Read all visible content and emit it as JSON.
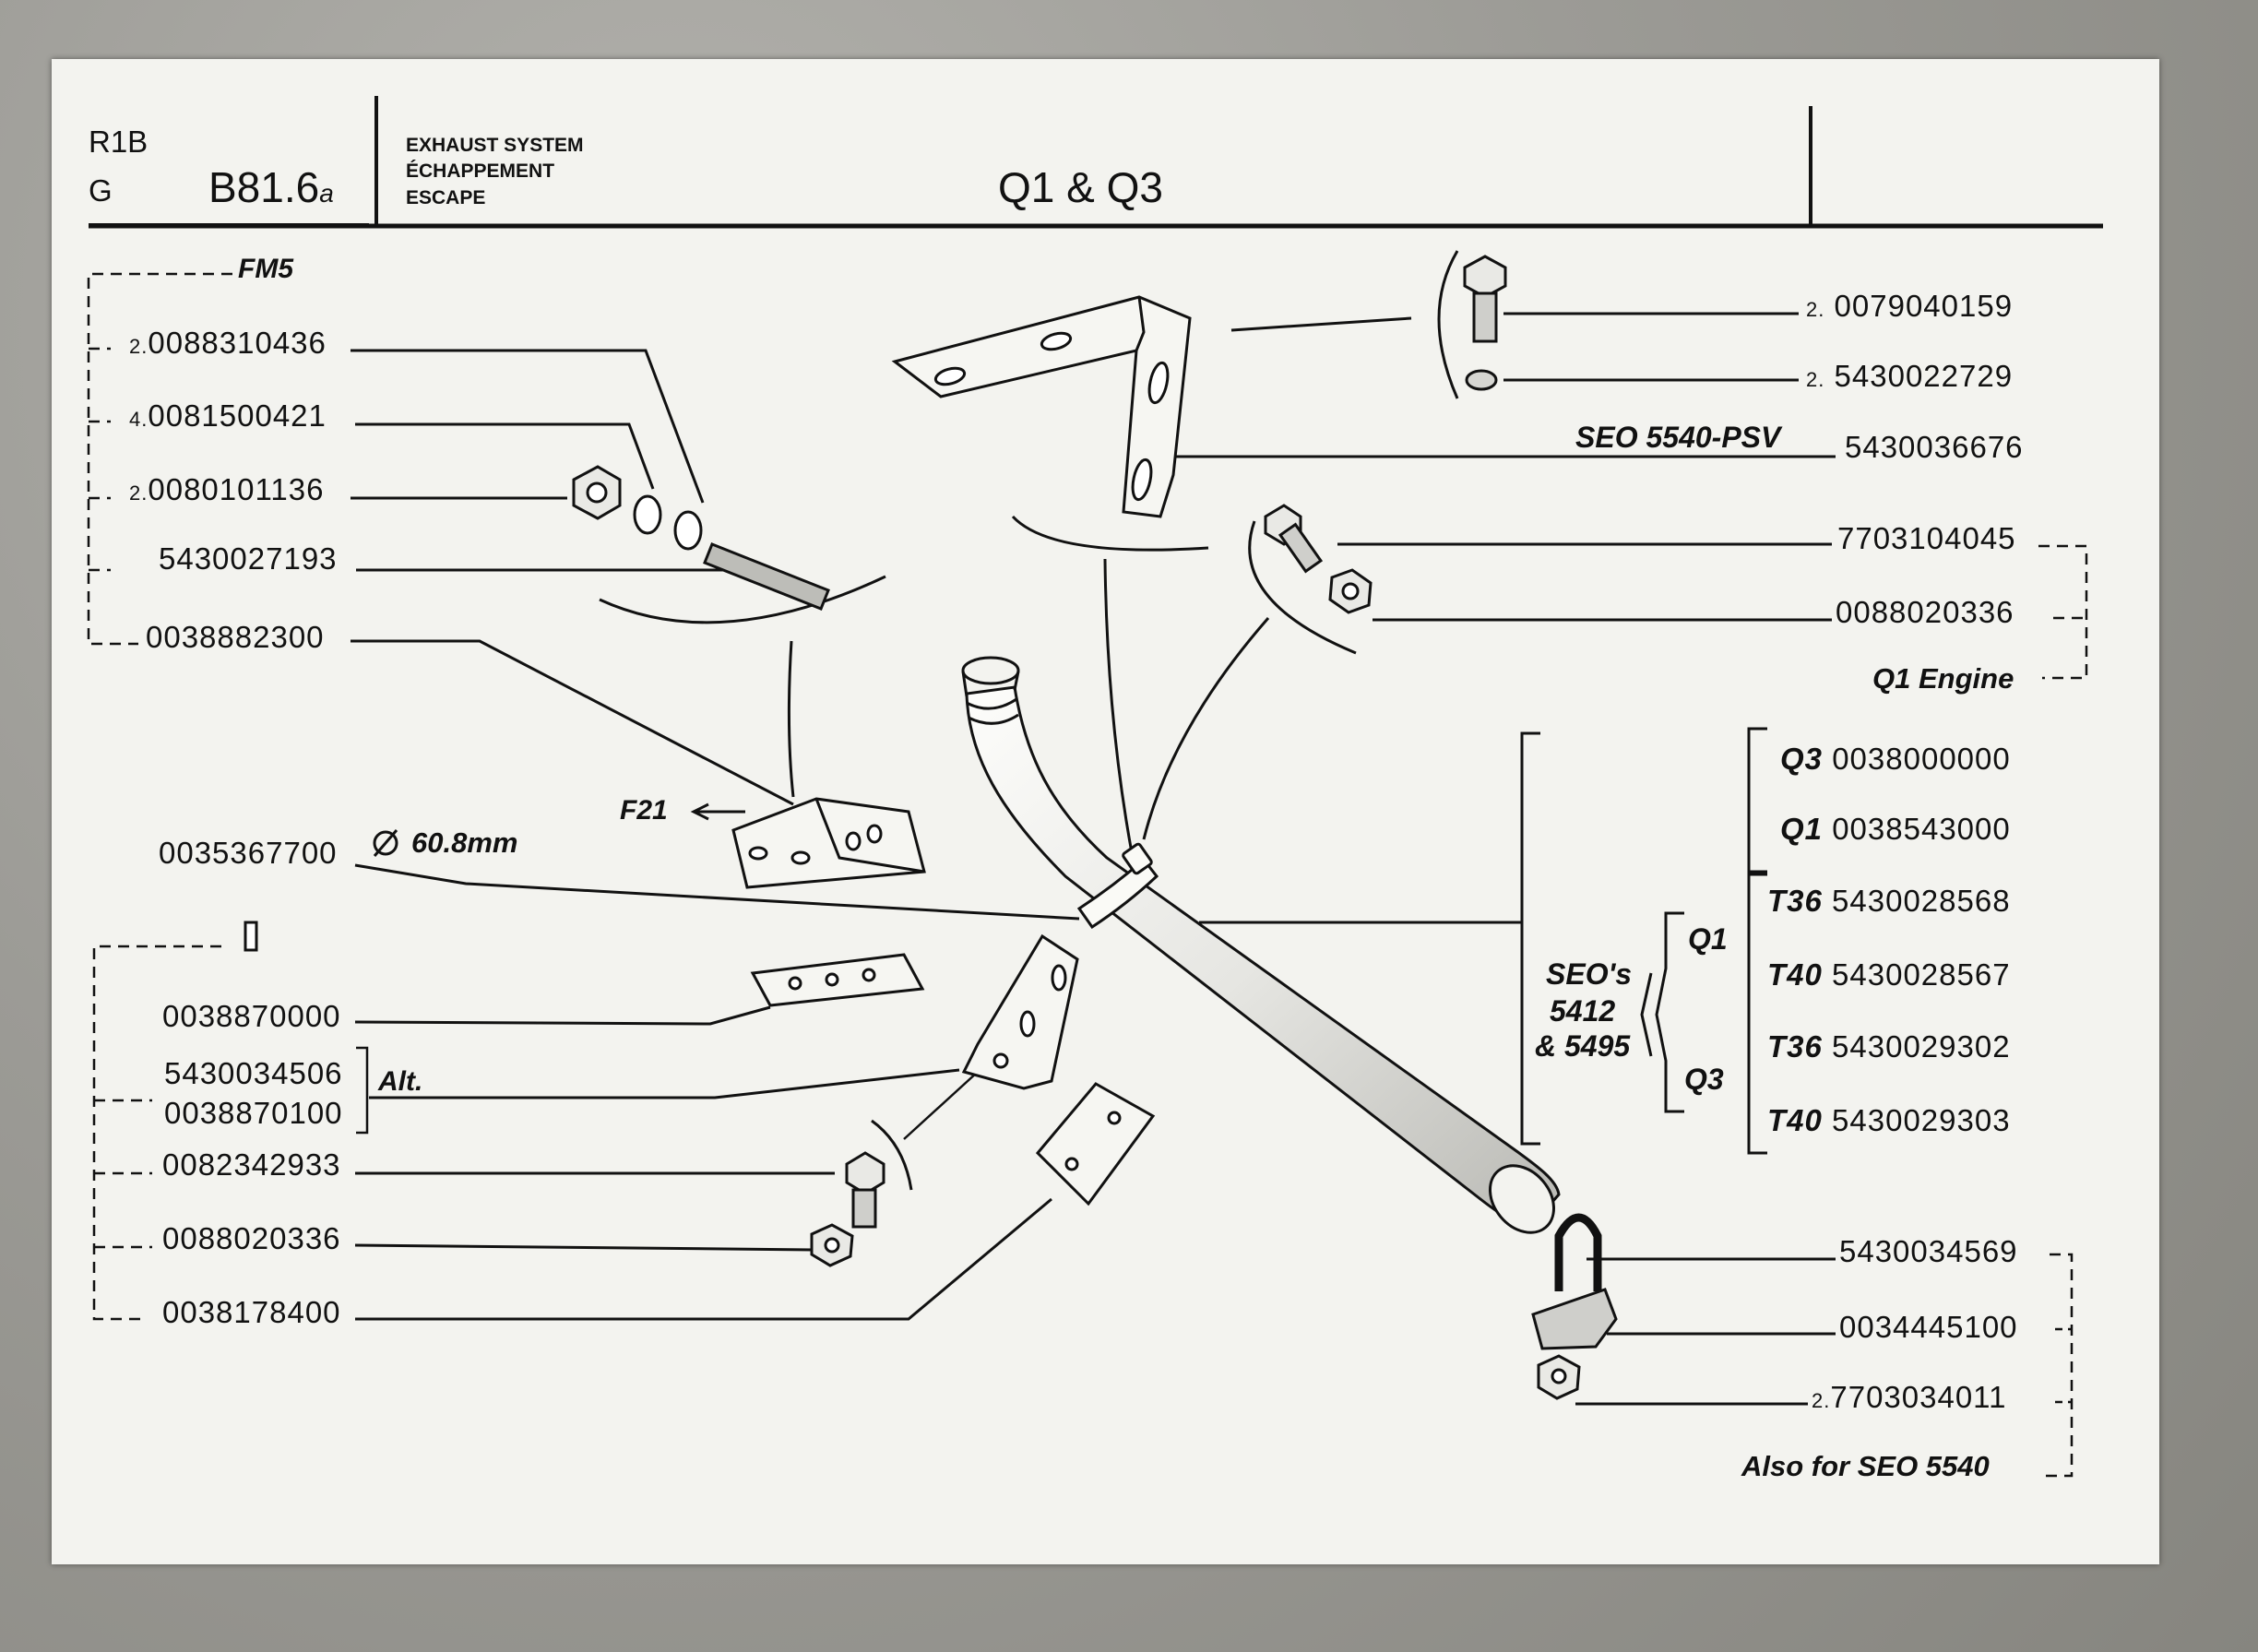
{
  "header": {
    "code_top": "R1B",
    "code_bottom": "G",
    "page_code": "B81.6",
    "page_suffix": "a",
    "system_en": "EXHAUST SYSTEM",
    "system_fr": "ÉCHAPPEMENT",
    "system_es": "ESCAPE",
    "model": "Q1 & Q3"
  },
  "left_group_1": {
    "label": "FM5",
    "parts": [
      {
        "qty": "2.",
        "number": "0088310436"
      },
      {
        "qty": "4.",
        "number": "0081500421"
      },
      {
        "qty": "2.",
        "number": "0080101136"
      },
      {
        "qty": "",
        "number": "5430027193"
      },
      {
        "qty": "",
        "number": "0038882300"
      }
    ]
  },
  "clamp": {
    "number": "0035367700",
    "diameter": "60.8mm"
  },
  "f21_label": "F21",
  "left_group_2": {
    "parts": [
      {
        "number": "0038870000"
      },
      {
        "number": "5430034506"
      },
      {
        "number": "0038870100"
      },
      {
        "number": "0082342933"
      },
      {
        "number": "0088020336"
      },
      {
        "number": "0038178400"
      }
    ],
    "alt_label": "Alt."
  },
  "right_top": {
    "parts": [
      {
        "qty": "2.",
        "number": "0079040159"
      },
      {
        "qty": "2.",
        "number": "5430022729"
      }
    ],
    "seo_label": "SEO 5540-PSV",
    "seo_number": "5430036676"
  },
  "right_engine": {
    "parts": [
      {
        "number": "7703104045"
      },
      {
        "number": "0088020336"
      }
    ],
    "label": "Q1 Engine"
  },
  "pipe_options": {
    "seo_line1": "SEO's",
    "seo_line2": "5412",
    "seo_line3": "& 5495",
    "q3_prefix": "Q3",
    "q3_number": "0038000000",
    "q1_prefix": "Q1",
    "q1_number": "0038543000",
    "q1_group": "Q1",
    "q3_group": "Q3",
    "rows": [
      {
        "prefix": "T36",
        "number": "5430028568"
      },
      {
        "prefix": "T40",
        "number": "5430028567"
      },
      {
        "prefix": "T36",
        "number": "5430029302"
      },
      {
        "prefix": "T40",
        "number": "5430029303"
      }
    ]
  },
  "right_bottom": {
    "parts": [
      {
        "qty": "",
        "number": "5430034569"
      },
      {
        "qty": "",
        "number": "0034445100"
      },
      {
        "qty": "2.",
        "number": "7703034011"
      }
    ],
    "label": "Also for SEO 5540"
  }
}
